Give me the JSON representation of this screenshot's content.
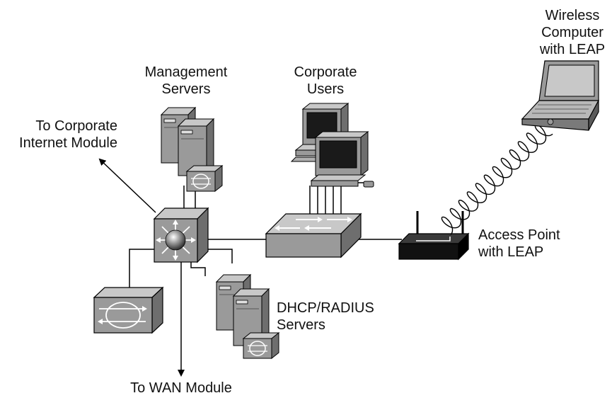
{
  "labels": {
    "wireless_computer": [
      "Wireless",
      "Computer",
      "with LEAP"
    ],
    "management_servers": [
      "Management",
      "Servers"
    ],
    "corporate_users": [
      "Corporate",
      "Users"
    ],
    "to_internet": [
      "To Corporate",
      "Internet Module"
    ],
    "access_point": [
      "Access Point",
      "with LEAP"
    ],
    "dhcp_radius": [
      "DHCP/RADIUS",
      "Servers"
    ],
    "to_wan": "To WAN Module"
  },
  "colors": {
    "device_front": "#9a9a9a",
    "device_top": "#c8c8c8",
    "device_side": "#6e6e6e",
    "line": "#000000"
  }
}
